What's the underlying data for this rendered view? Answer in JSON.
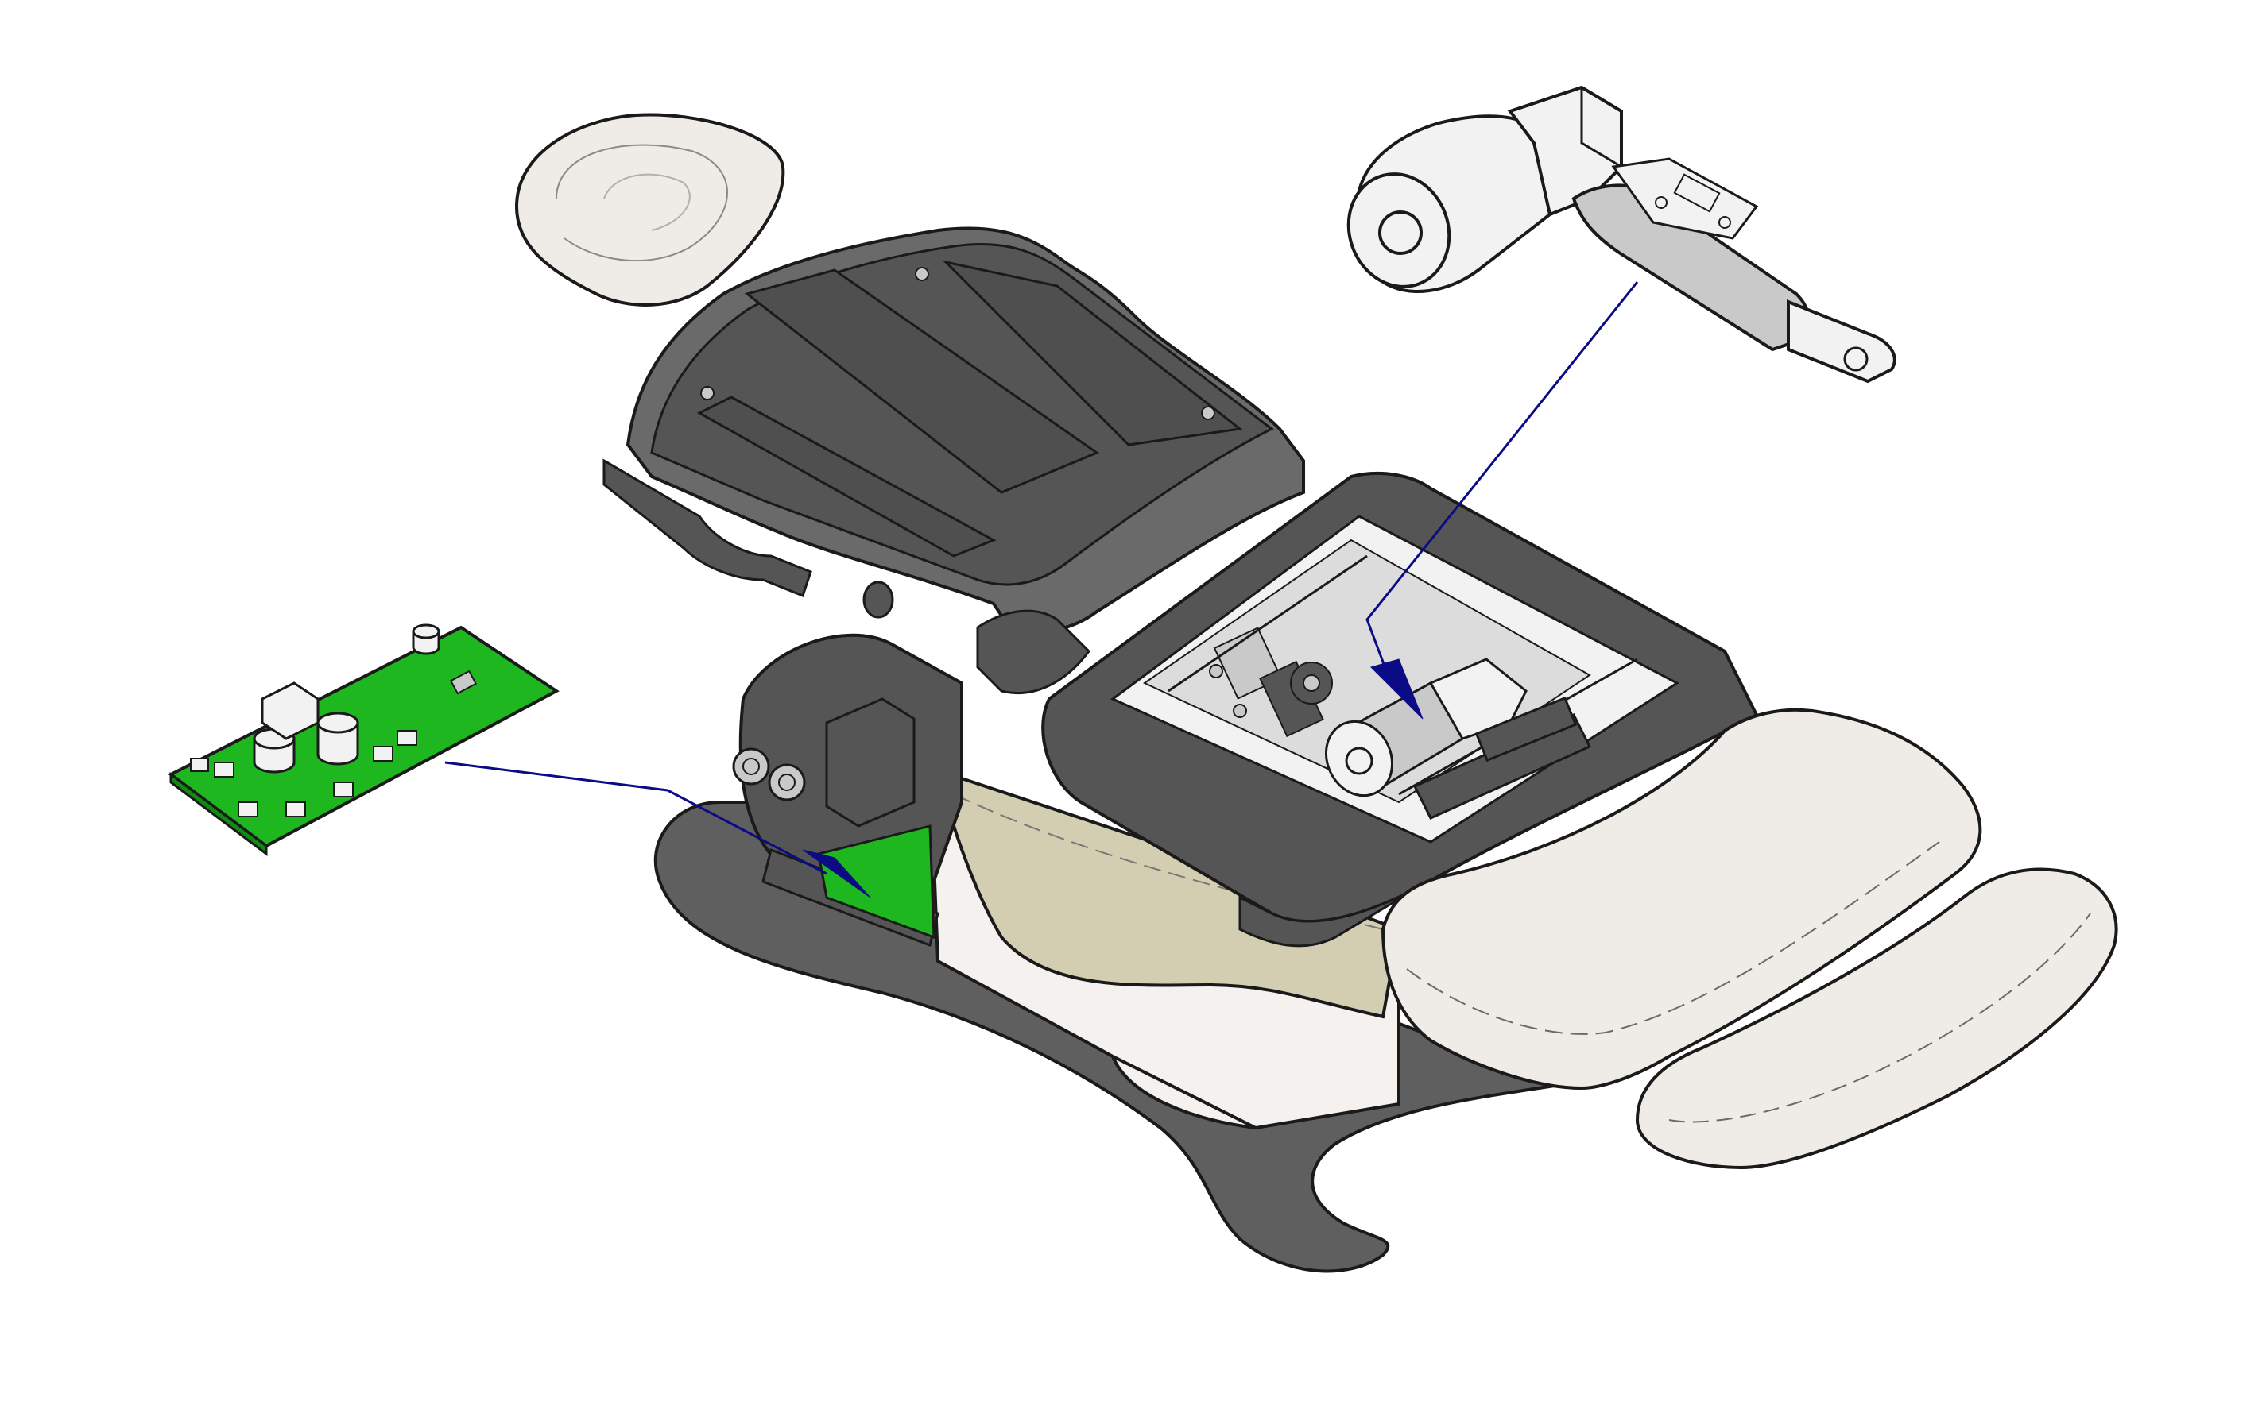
{
  "diagram": {
    "kind": "exploded technical illustration",
    "components": [
      {
        "id": "headrest",
        "icon": "headrest-cushion-icon"
      },
      {
        "id": "backrest",
        "icon": "backrest-frame-icon"
      },
      {
        "id": "seat-cushion",
        "icon": "seat-cushion-icon"
      },
      {
        "id": "leg-cushion",
        "icon": "leg-cushion-icon"
      },
      {
        "id": "base",
        "icon": "chair-base-icon"
      },
      {
        "id": "actuator",
        "icon": "linear-actuator-icon"
      },
      {
        "id": "control-board",
        "icon": "circuit-board-icon"
      }
    ],
    "callouts": [
      {
        "from": "actuator",
        "to": "actuator-mount"
      },
      {
        "from": "control-board",
        "to": "board-compartment"
      }
    ]
  },
  "colors": {
    "outline": "#1a1a1a",
    "base_dark": "#5f5f5f",
    "frame_dark": "#555555",
    "frame_mid": "#6a6a6a",
    "cushion": "#efece8",
    "panel_tan": "#d3cdb2",
    "shroud": "#f4f1ee",
    "pcb_green": "#1fb71f",
    "pcb_dark": "#118a11",
    "callout": "#0b0b86",
    "metal_light": "#f2f2f2",
    "metal_mid": "#c9c9c9"
  }
}
